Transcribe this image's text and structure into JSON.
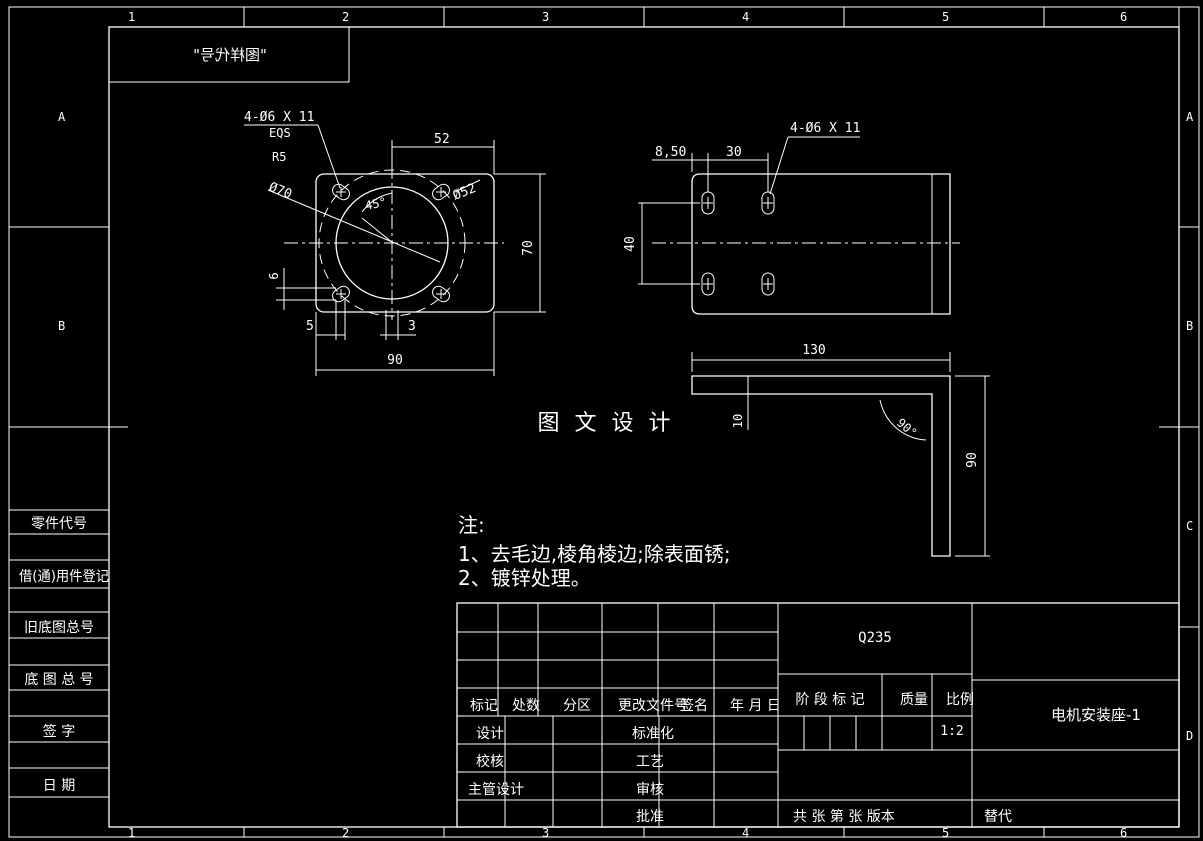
{
  "frame": {
    "col_numbers": [
      "1",
      "2",
      "3",
      "4",
      "5",
      "6"
    ],
    "row_letters": [
      "A",
      "B",
      "C",
      "D"
    ]
  },
  "mirror_box": "\"图样代号\"",
  "left_panel": {
    "labels": [
      "零件代号",
      "借(通)用件登记",
      "旧底图总号",
      "底 图 总 号",
      "签    字",
      "日    期"
    ]
  },
  "views": {
    "front": {
      "label_holes": "4-Ø6 X 11",
      "label_eqs": "EQS",
      "label_r5": "R5",
      "label_d70": "Ø70",
      "label_d52": "Ø52",
      "dim_52": "52",
      "dim_45": "45°",
      "dim_70": "70",
      "dim_6": "6",
      "dim_5": "5",
      "dim_3": "3",
      "dim_90": "90"
    },
    "side": {
      "label_holes": "4-Ø6 X 11",
      "dim_850": "8,50",
      "dim_30": "30",
      "dim_40": "40"
    },
    "bend": {
      "dim_130": "130",
      "dim_10": "10",
      "dim_90deg": "90°",
      "dim_90": "90"
    }
  },
  "watermark": "图 文 设 计",
  "notes": {
    "title": "注:",
    "line1": "1、去毛边,棱角棱边;除表面锈;",
    "line2": "2、镀锌处理。"
  },
  "title_block": {
    "material": "Q235",
    "part_name": "电机安装座-1",
    "scale": "1:2",
    "header": [
      "标记",
      "处数",
      "分区",
      "更改文件号",
      "签名",
      "年 月 日"
    ],
    "stage_header": "阶 段 标 记",
    "mass_header": "质量",
    "scale_header": "比例",
    "rows_left": [
      "设计",
      "校核",
      "主管设计"
    ],
    "rows_mid": [
      "标准化",
      "工艺",
      "审核",
      "批准"
    ],
    "bottom_row": "共  张  第  张  版本",
    "replace": "替代"
  }
}
